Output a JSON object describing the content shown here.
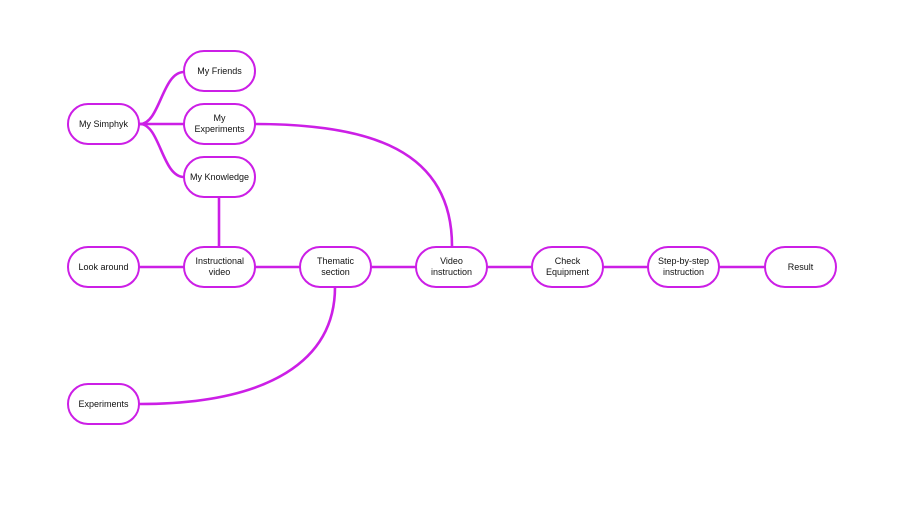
{
  "style": {
    "accent_color": "#cc1fe6",
    "text_color": "#111111",
    "background_color": "#ffffff"
  },
  "nodes": {
    "my_simphyk": "My Simphyk",
    "my_friends": "My Friends",
    "my_experiments": "My Experiments",
    "my_knowledge": "My Knowledge",
    "look_around": "Look around",
    "instructional_video": "Instructional video",
    "thematic_section": "Thematic section",
    "video_instruction": "Video instruction",
    "check_equipment": "Check Equipment",
    "step_by_step": "Step-by-step instruction",
    "result": "Result",
    "experiments": "Experiments"
  },
  "connections": [
    [
      "my_simphyk",
      "my_friends"
    ],
    [
      "my_simphyk",
      "my_experiments"
    ],
    [
      "my_simphyk",
      "my_knowledge"
    ],
    [
      "my_knowledge",
      "instructional_video"
    ],
    [
      "my_experiments",
      "video_instruction"
    ],
    [
      "look_around",
      "instructional_video"
    ],
    [
      "instructional_video",
      "thematic_section"
    ],
    [
      "thematic_section",
      "video_instruction"
    ],
    [
      "video_instruction",
      "check_equipment"
    ],
    [
      "check_equipment",
      "step_by_step"
    ],
    [
      "step_by_step",
      "result"
    ],
    [
      "thematic_section",
      "experiments"
    ]
  ]
}
